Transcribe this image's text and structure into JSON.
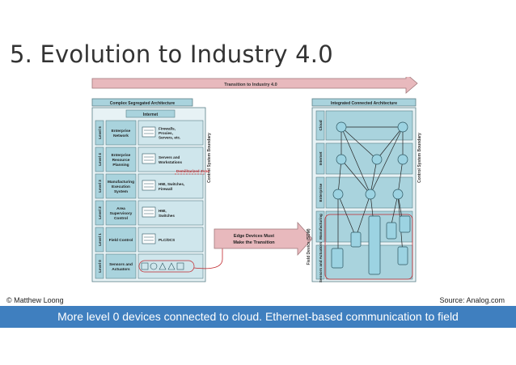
{
  "slide": {
    "title": "5. Evolution to Industry 4.0",
    "credit_left": "© Matthew Loong",
    "credit_right": "Source: Analog.com",
    "caption": "More level 0 devices connected to cloud. Ethernet-based communication to field"
  },
  "diagram": {
    "transition_label": "Transition to Industry 4.0",
    "left_header": "Complex Segregated Architecture",
    "right_header": "Integrated Connected Architecture",
    "internet_label": "Internet",
    "side_label_left": "Control System Boundary",
    "side_label_right": "Control System Boundary",
    "dmz_label": "Demilitarized Zone",
    "edge_box": [
      "Edge Devices Must",
      "Make the Transition"
    ],
    "field_device_label": "Field Device (SDM)",
    "levels": [
      {
        "level": "Level 5",
        "name": [
          "Enterprise",
          "Network"
        ],
        "detail": [
          "Firewalls,",
          "Proxies,",
          "Servers, etc."
        ]
      },
      {
        "level": "Level 4",
        "name": [
          "Enterprise",
          "Resource",
          "Planning"
        ],
        "detail": [
          "Servers and",
          "Workstations"
        ]
      },
      {
        "level": "Level 3",
        "name": [
          "Manufacturing",
          "Execution",
          "System"
        ],
        "detail": [
          "HMI, Switches,",
          "Firewall"
        ]
      },
      {
        "level": "Level 2",
        "name": [
          "Area",
          "Supervisory",
          "Control"
        ],
        "detail": [
          "HMI,",
          "Switches"
        ]
      },
      {
        "level": "Level 1",
        "name": [
          "Field Control"
        ],
        "detail": [
          "PLC/DCS"
        ]
      },
      {
        "level": "Level 0",
        "name": [
          "Sensors and",
          "Actuators"
        ],
        "detail": []
      }
    ],
    "right_rows": [
      "Cloud",
      "Internet",
      "Enterprise",
      "Manufacturing",
      "Sensors and Actuators"
    ],
    "colors": {
      "panel": "#a9d3dd",
      "panel_dark": "#7fbccb",
      "frame": "#5a7f88",
      "arrow": "#e8b9bd",
      "node": "#9cd3e2",
      "dmz": "#c0272d"
    }
  }
}
